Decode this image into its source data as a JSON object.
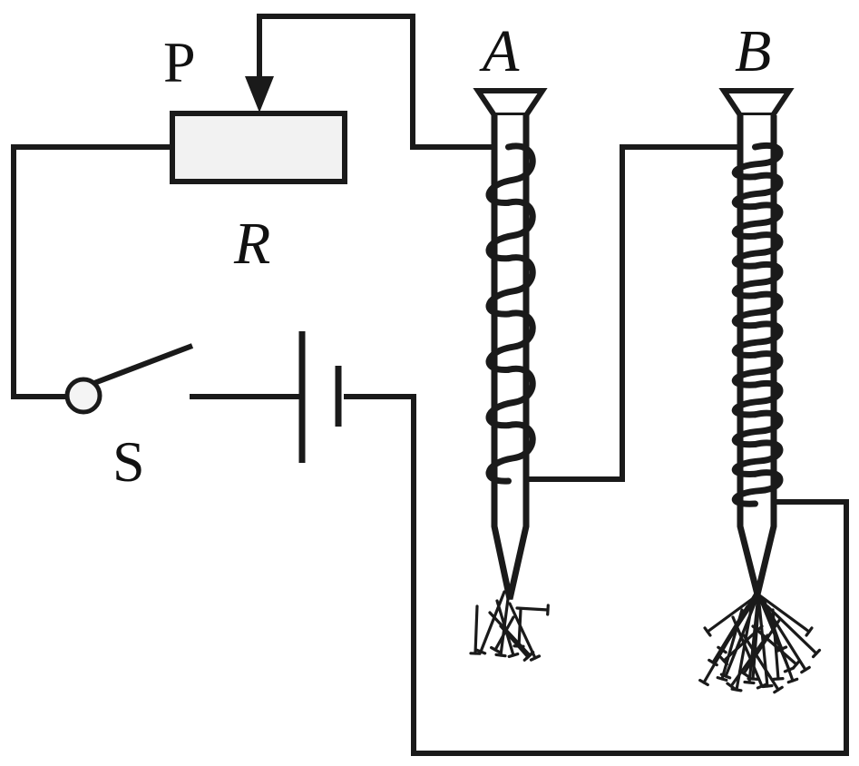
{
  "labels": {
    "slider": "P",
    "rheostat": "R",
    "switch": "S",
    "nail_a": "A",
    "nail_b": "B"
  },
  "coil_turns": {
    "nail_a": 6,
    "nail_b": 12
  },
  "colors": {
    "line": "#1a1a1a",
    "rheostat_fill": "#f2f2f2",
    "switch_fill": "#f4f4f4"
  }
}
